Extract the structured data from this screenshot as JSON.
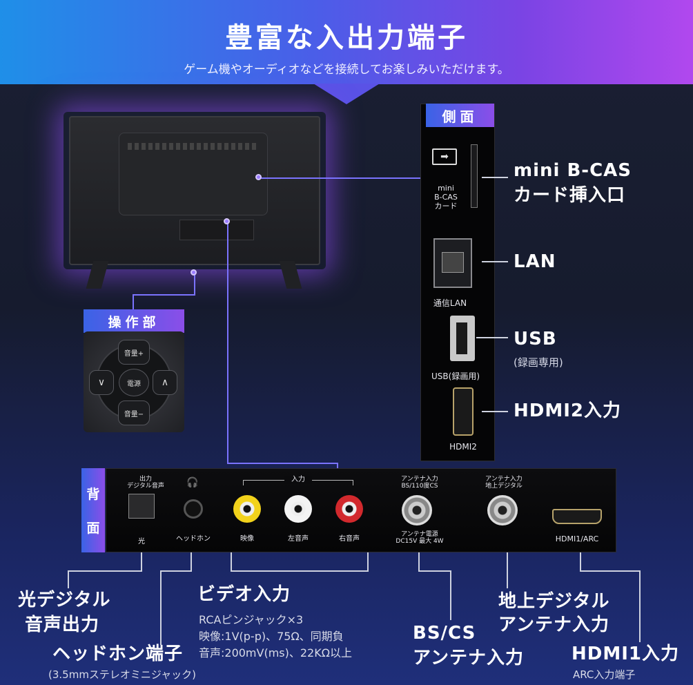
{
  "header": {
    "title": "豊富な入出力端子",
    "subtitle": "ゲーム機やオーディオなどを接続してお楽しみいただけます。"
  },
  "side": {
    "tag": "側面",
    "port_labels": {
      "bcas_line1": "mini",
      "bcas_line2": "B-CAS",
      "bcas_line3": "カード",
      "lan": "通信LAN",
      "usb": "USB(録画用)",
      "hdmi2": "HDMI2"
    },
    "callouts": {
      "bcas_line1": "mini B-CAS",
      "bcas_line2": "カード挿入口",
      "lan": "LAN",
      "usb": "USB",
      "usb_sub": "(録画専用)",
      "hdmi2": "HDMI2入力"
    }
  },
  "control": {
    "tag": "操作部",
    "vol_up": "音量+",
    "vol_down": "音量−",
    "power": "電源",
    "ch_down": "∨",
    "ch_up": "∧"
  },
  "rear": {
    "tag_line1": "背",
    "tag_line2": "面",
    "labels": {
      "optical_top1": "出力",
      "optical_top2": "デジタル音声",
      "optical_bottom": "光",
      "headphone_bottom": "ヘッドホン",
      "input_group": "入力",
      "video": "映像",
      "left_audio": "左音声",
      "right_audio": "右音声",
      "bs_top1": "アンテナ入力",
      "bs_top2": "BS/110度CS",
      "bs_bottom1": "アンテナ電源",
      "bs_bottom2": "DC15V 最大 4W",
      "terr_top1": "アンテナ入力",
      "terr_top2": "地上デジタル",
      "hdmi1": "HDMI1/ARC"
    }
  },
  "bottom": {
    "optical_line1": "光デジタル",
    "optical_line2": "音声出力",
    "headphone_title": "ヘッドホン端子",
    "headphone_sub": "(3.5mmステレオミニジャック)",
    "video_title": "ビデオ入力",
    "video_sub1": "RCAピンジャック×3",
    "video_sub2": "映像:1V(p-p)、75Ω、同期負",
    "video_sub3": "音声:200mV(ms)、22KΩ以上",
    "bscs_line1": "BS/CS",
    "bscs_line2": "アンテナ入力",
    "terr_line1": "地上デジタル",
    "terr_line2": "アンテナ入力",
    "hdmi1_title": "HDMI1入力",
    "hdmi1_sub": "ARC入力端子"
  },
  "colors": {
    "accent_line": "#7b73ff",
    "tag_gradient_start": "#3a63e6",
    "tag_gradient_end": "#8b4ee8"
  }
}
